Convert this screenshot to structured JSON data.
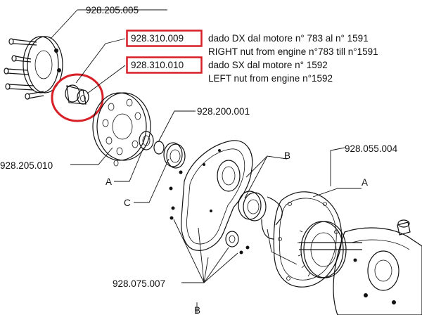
{
  "callouts": {
    "highlight_color": "#d61f26",
    "codes": [
      {
        "code": "928.310.009",
        "text": "dado DX dal motore  n° 783 al  n° 1591",
        "english": "RIGHT nut from engine n°783 till n°1591"
      },
      {
        "code": "928.310.010",
        "text": "dado SX dal motore n° 1592",
        "english": "LEFT nut from engine n°1592"
      }
    ]
  },
  "parts": {
    "hub": "928.205.005",
    "disc": "928.205.010",
    "bearing_group": "928.200.001",
    "cover": "928.055.004",
    "screws": "928.075.007"
  },
  "letters": {
    "a1": "A",
    "c": "C",
    "b1": "B",
    "a2": "A",
    "b2": "B"
  }
}
